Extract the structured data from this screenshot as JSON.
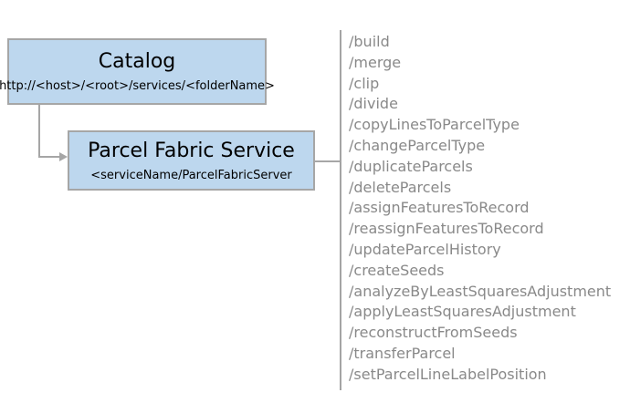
{
  "diagram": {
    "catalog": {
      "title": "Catalog",
      "url_pattern": "http://<host>/<root>/services/<folderName>"
    },
    "service": {
      "title": "Parcel Fabric Service",
      "path_pattern": "<serviceName/ParcelFabricServer"
    },
    "operations": [
      "/build",
      "/merge",
      "/clip",
      "/divide",
      "/copyLinesToParcelType",
      "/changeParcelType",
      "/duplicateParcels",
      "/deleteParcels",
      "/assignFeaturesToRecord",
      "/reassignFeaturesToRecord",
      "/updateParcelHistory",
      "/createSeeds",
      "/analyzeByLeastSquaresAdjustment",
      "/applyLeastSquaresAdjustment",
      "/reconstructFromSeeds",
      "/transferParcel",
      "/setParcelLineLabelPosition"
    ]
  },
  "colors": {
    "box_fill": "#BDD7EE",
    "box_border": "#A6A6A6",
    "connector_gray": "#A6A6A6",
    "list_text_gray": "#898989",
    "divider_gray": "#A4A4A4",
    "title_text": "#000000"
  }
}
